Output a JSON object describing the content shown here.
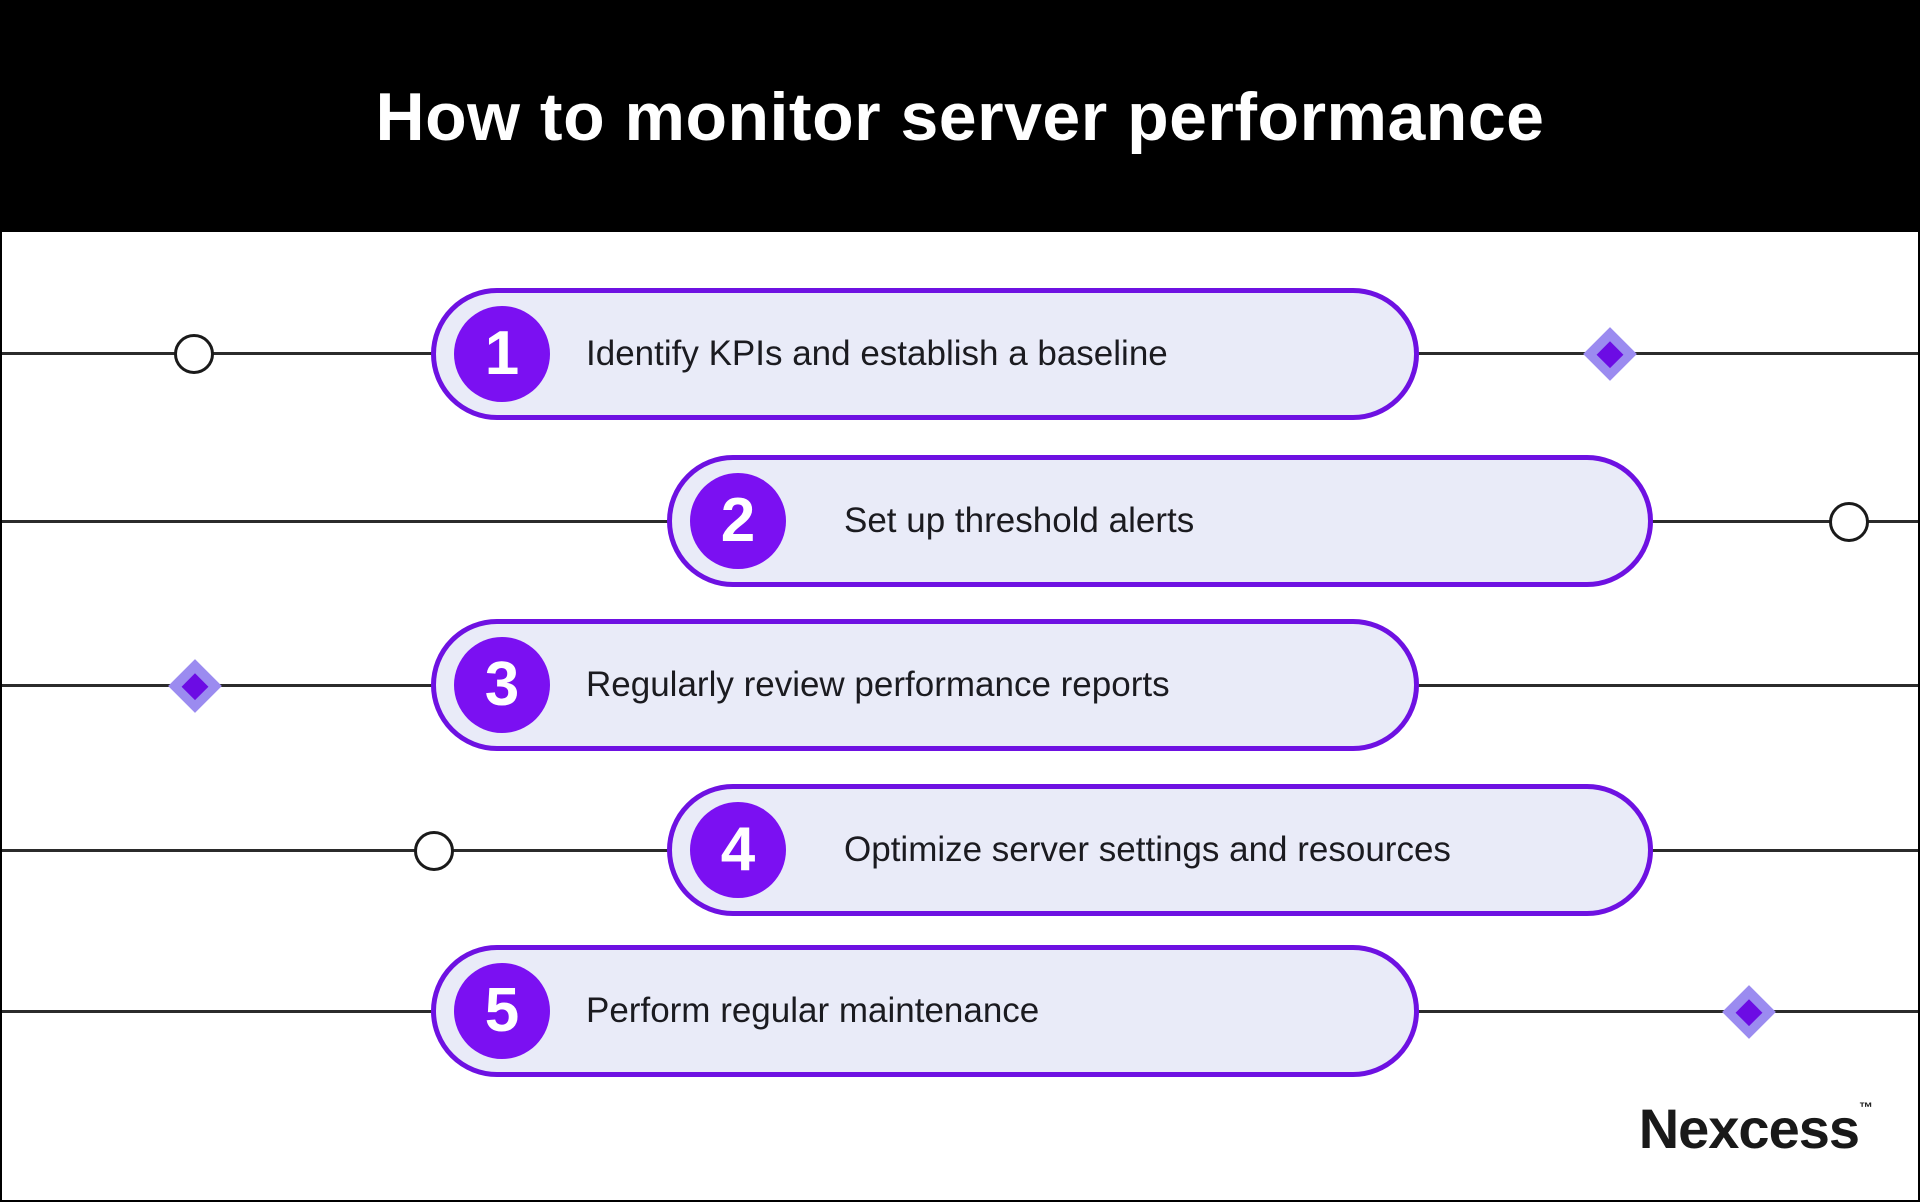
{
  "title": "How to monitor server performance",
  "steps": [
    {
      "number": "1",
      "label": "Identify KPIs and establish a baseline"
    },
    {
      "number": "2",
      "label": "Set up threshold alerts"
    },
    {
      "number": "3",
      "label": "Regularly review performance reports"
    },
    {
      "number": "4",
      "label": "Optimize server settings and resources"
    },
    {
      "number": "5",
      "label": "Perform regular maintenance"
    }
  ],
  "brand": {
    "name": "Nexcess",
    "trademark": "™"
  },
  "colors": {
    "header_background": "#000000",
    "title_text": "#ffffff",
    "card_fill": "#e9ebf8",
    "card_border": "#6e11e2",
    "number_badge": "#7b10f2",
    "diamond_outer": "#9b8bf0",
    "diamond_inner": "#6c0ce4",
    "timeline_line": "#2b2b2b",
    "step_text": "#1b1b20",
    "brand_text": "#191919"
  },
  "decorations": {
    "markers": [
      {
        "type": "circle",
        "row": 1,
        "side": "left"
      },
      {
        "type": "diamond",
        "row": 1,
        "side": "right"
      },
      {
        "type": "circle",
        "row": 2,
        "side": "right"
      },
      {
        "type": "diamond",
        "row": 3,
        "side": "left"
      },
      {
        "type": "circle",
        "row": 4,
        "side": "left"
      },
      {
        "type": "diamond",
        "row": 5,
        "side": "right"
      }
    ]
  }
}
